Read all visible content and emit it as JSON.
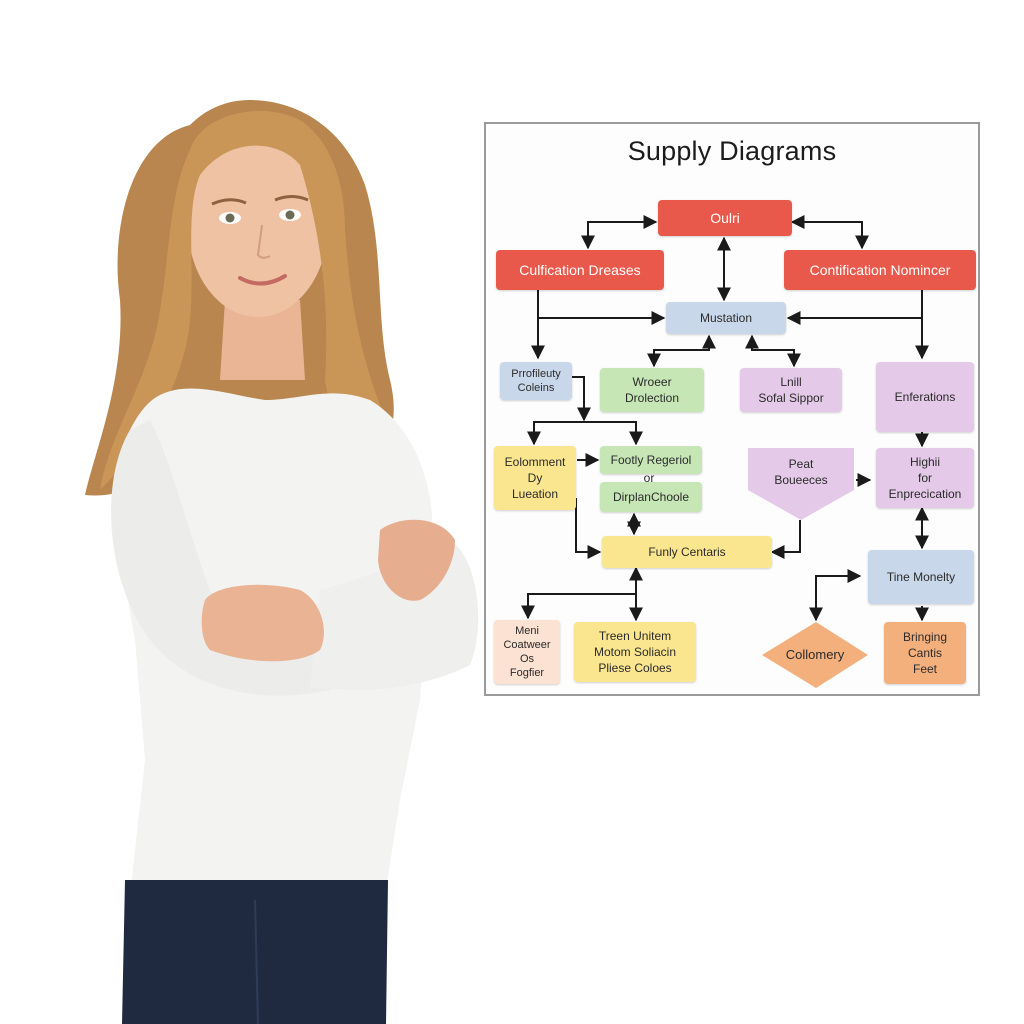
{
  "diagram": {
    "title": "Supply Diagrams",
    "nodes": {
      "top": "Oulri",
      "left_red": "Culfication Dreases",
      "right_red": "Contification Nomincer",
      "mustation": "Mustation",
      "profileuty": "Prrofileuty\nColeins",
      "wroeer": "Wroeer\nDrolection",
      "lnill": "Lnill\nSofal Sippor",
      "enferations": "Enferations",
      "eolomment": "Eolomment\nDy\nLueation",
      "footly": "Footly Regeriol",
      "or": "or",
      "dirplan": "DirplanChoole",
      "peat": "Peat\nBoueeces",
      "highii": "Highii\nfor\nEnprecication",
      "funly": "Funly Centaris",
      "tine": "Tine Monelty",
      "meni": "Meni\nCoatweer\nOs\nFogfier",
      "treen": "Treen Unitem\nMotom Soliacin\nPliese Coloes",
      "collomery": "Collomery",
      "bringing": "Bringing\nCantis\nFeet"
    }
  },
  "colors": {
    "red": "#e8594c",
    "blue": "#c8d8ea",
    "green": "#c6e6b6",
    "purple": "#e4c9e8",
    "yellow": "#fbe690",
    "peach": "#fbe2d2",
    "orange": "#f4b07c"
  }
}
